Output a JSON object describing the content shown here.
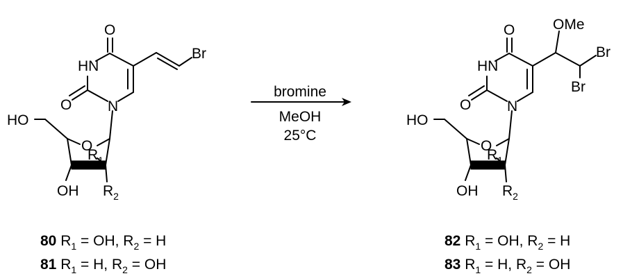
{
  "reactant": {
    "atoms": {
      "o_top": "O",
      "hn": "HN",
      "o_left": "O",
      "n1": "N",
      "br": "Br",
      "ho": "HO",
      "o_ring": "O",
      "r1": "R",
      "r1_sub": "1",
      "oh": "OH",
      "r2": "R",
      "r2_sub": "2"
    },
    "captions": [
      {
        "num": "80",
        "r": "R",
        "rs": "1",
        "mid": " = OH, ",
        "r2": "R",
        "r2s": "2",
        "end": " = H"
      },
      {
        "num": "81",
        "r": "R",
        "rs": "1",
        "mid": " = H, ",
        "r2": "R",
        "r2s": "2",
        "end": " = OH"
      }
    ]
  },
  "conditions": {
    "reagent": "bromine",
    "solvent": "MeOH",
    "temperature": "25°C"
  },
  "product": {
    "atoms": {
      "o_top": "O",
      "hn": "HN",
      "o_left": "O",
      "n1": "N",
      "ome": "OMe",
      "br1": "Br",
      "br2": "Br",
      "ho": "HO",
      "o_ring": "O",
      "r1": "R",
      "r1_sub": "1",
      "oh": "OH",
      "r2": "R",
      "r2_sub": "2"
    },
    "captions": [
      {
        "num": "82",
        "r": "R",
        "rs": "1",
        "mid": " = OH, ",
        "r2": "R",
        "r2s": "2",
        "end": " = H"
      },
      {
        "num": "83",
        "r": "R",
        "rs": "1",
        "mid": " = H, ",
        "r2": "R",
        "r2s": "2",
        "end": " = OH"
      }
    ]
  }
}
